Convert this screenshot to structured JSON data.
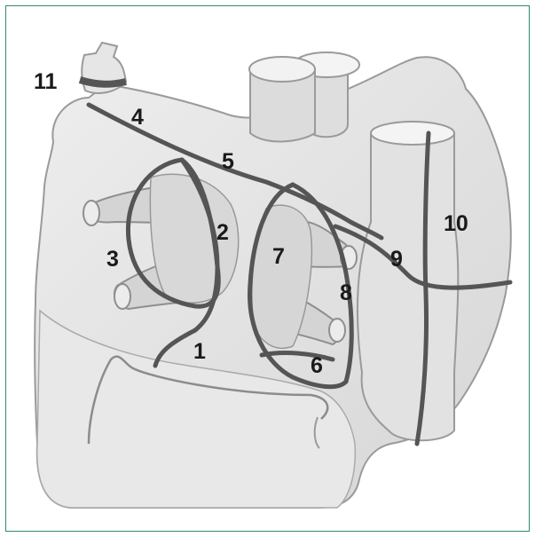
{
  "diagram": {
    "labels": [
      {
        "id": "n1",
        "text": "1"
      },
      {
        "id": "n2",
        "text": "2"
      },
      {
        "id": "n3",
        "text": "3"
      },
      {
        "id": "n4",
        "text": "4"
      },
      {
        "id": "n5",
        "text": "5"
      },
      {
        "id": "n6",
        "text": "6"
      },
      {
        "id": "n7",
        "text": "7"
      },
      {
        "id": "n8",
        "text": "8"
      },
      {
        "id": "n9",
        "text": "9"
      },
      {
        "id": "n10",
        "text": "10"
      },
      {
        "id": "n11",
        "text": "11"
      }
    ]
  },
  "colors": {
    "frame": "#2e8a6a",
    "organ_fill": "#e4e4e4",
    "organ_outline": "#9a9a9a",
    "lines": "#555555",
    "label": "#1a1a1a"
  }
}
